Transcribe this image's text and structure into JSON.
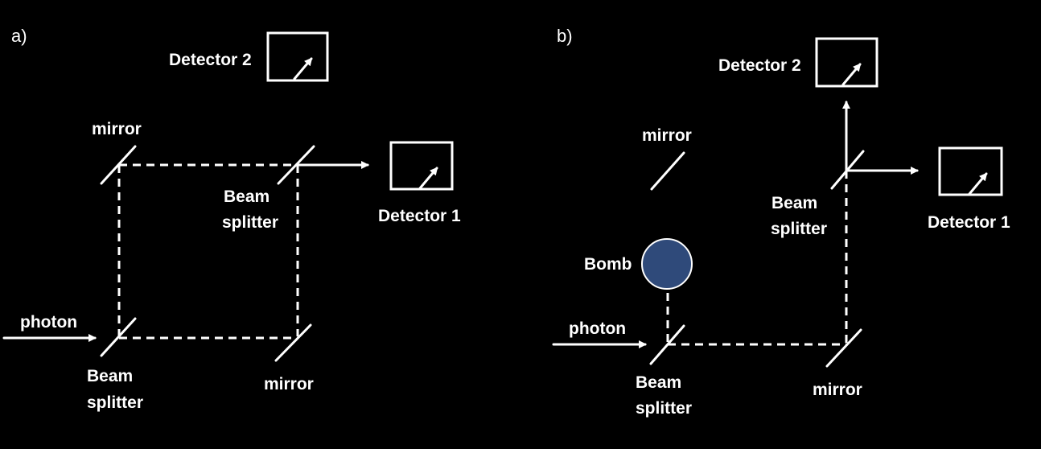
{
  "panel_a": {
    "label": "a)",
    "detector2": "Detector 2",
    "detector1": "Detector 1",
    "mirror_top": "mirror",
    "mirror_bottom": "mirror",
    "beam_splitter_top": [
      "Beam",
      "splitter"
    ],
    "beam_splitter_bottom": [
      "Beam",
      "splitter"
    ],
    "photon": "photon"
  },
  "panel_b": {
    "label": "b)",
    "detector2": "Detector 2",
    "detector1": "Detector 1",
    "mirror_top": "mirror",
    "mirror_bottom": "mirror",
    "beam_splitter_top": [
      "Beam",
      "splitter"
    ],
    "beam_splitter_bottom": [
      "Beam",
      "splitter"
    ],
    "photon": "photon",
    "bomb": "Bomb"
  },
  "colors": {
    "background": "#000000",
    "line": "#ffffff",
    "bomb_fill": "#2f4a7a"
  }
}
